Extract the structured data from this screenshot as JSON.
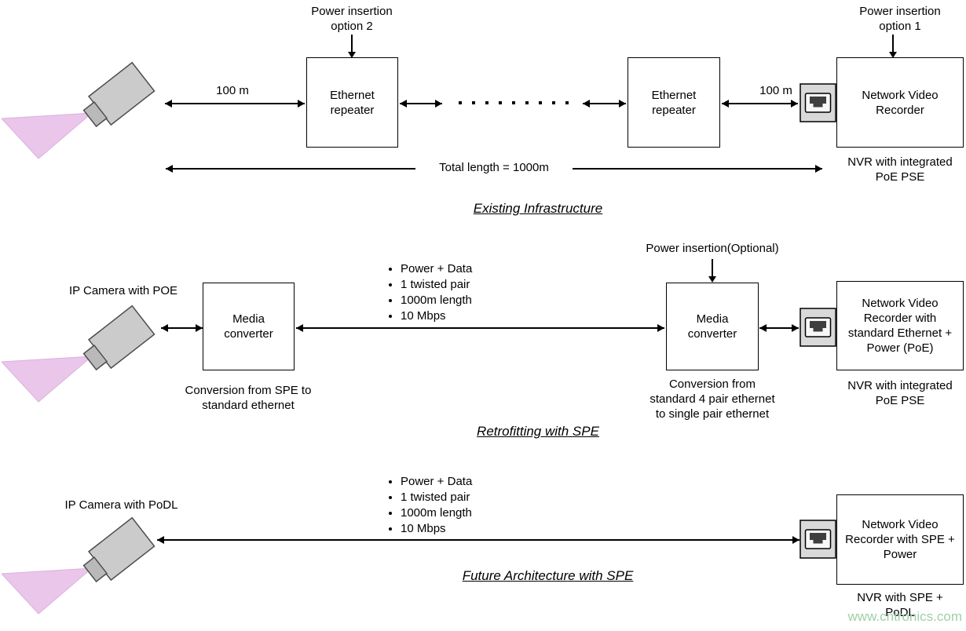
{
  "colors": {
    "camera_body": "#cbcbcb",
    "camera_beam": "#e9c6ea",
    "port_fill": "#d9d9d9",
    "line": "#000000",
    "watermark": "#9fcfa6"
  },
  "existing": {
    "title": "Existing Infrastructure",
    "power_insertion_option2": "Power insertion\noption 2",
    "power_insertion_option1": "Power insertion\noption 1",
    "distance_left": "100 m",
    "distance_right": "100 m",
    "repeater1": "Ethernet\nrepeater",
    "repeater2": "Ethernet\nrepeater",
    "nvr": "Network Video\nRecorder",
    "nvr_caption": "NVR with integrated\nPoE PSE",
    "total_length": "Total length = 1000m"
  },
  "retrofit": {
    "title": "Retrofitting with SPE",
    "camera_label": "IP Camera with POE",
    "power_insertion": "Power insertion(Optional)",
    "media_converter1": "Media\nconverter",
    "media_converter2": "Media\nconverter",
    "link_specs": [
      "Power + Data",
      "1 twisted pair",
      "1000m length",
      "10 Mbps"
    ],
    "nvr": "Network Video\nRecorder with\nstandard Ethernet +\nPower (PoE)",
    "converter1_caption": "Conversion from SPE to\nstandard ethernet",
    "converter2_caption": "Conversion from\nstandard 4 pair ethernet\nto single pair ethernet",
    "nvr_caption": "NVR with integrated\nPoE PSE"
  },
  "future": {
    "title": "Future Architecture with SPE",
    "camera_label": "IP Camera with PoDL",
    "link_specs": [
      "Power + Data",
      "1 twisted pair",
      "1000m length",
      "10 Mbps"
    ],
    "nvr": "Network Video\nRecorder with SPE +\nPower",
    "nvr_caption": "NVR with SPE +\nPoDL"
  },
  "watermark": "www.cntronics.com"
}
